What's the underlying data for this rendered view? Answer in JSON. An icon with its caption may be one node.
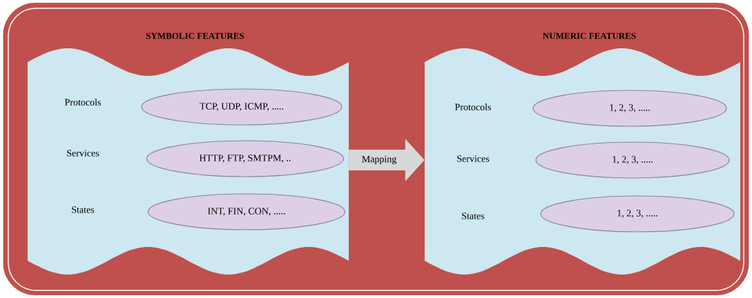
{
  "diagram": {
    "nodes": [
      {
        "text": [],
        "shape": "box"
      },
      {
        "text": [
          "SYMBOLIC FEATURES",
          "Protocols",
          "Services",
          "States"
        ],
        "in": 0
      },
      {
        "text": [
          "TCP, UDP, ICMP,  ....."
        ],
        "in": 1
      },
      {
        "text": [
          "HTTP, FTP, SMTPM, .."
        ],
        "in": 1
      },
      {
        "text": [
          "INT, FIN, CON, ....."
        ],
        "in": 1
      },
      {
        "text": [
          "NUMERIC FEATURES",
          "Protocols",
          "Services",
          "States"
        ],
        "in": 0
      },
      {
        "text": [
          "1, 2, 3, ....."
        ],
        "in": 5
      },
      {
        "text": [
          "1, 2, 3, ....."
        ],
        "in": 5
      },
      {
        "text": [
          "1, 2, 3, ....."
        ],
        "in": 5
      }
    ],
    "edges": [
      {
        "from": 1,
        "to": 5,
        "arrow": "to",
        "label": "Mapping"
      }
    ]
  }
}
